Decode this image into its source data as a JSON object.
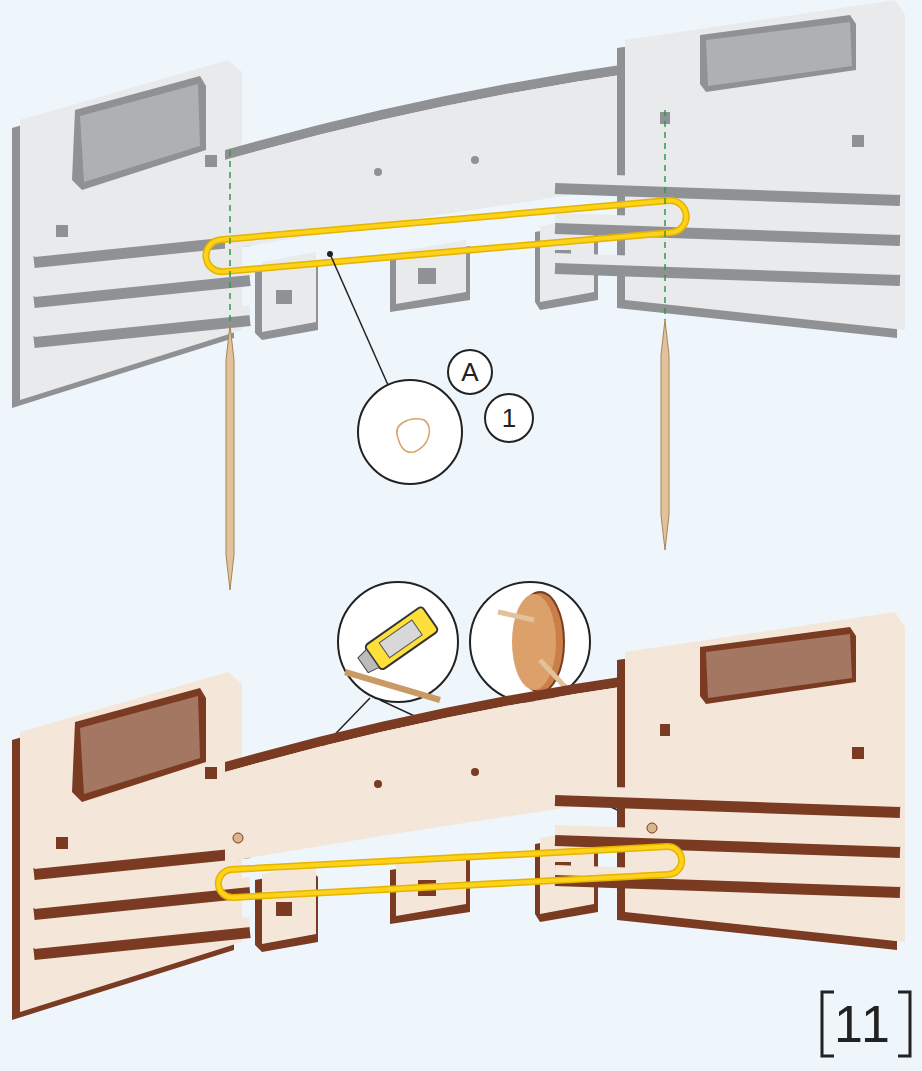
{
  "diagram": {
    "nodes": [
      {
        "text": [
          "A"
        ]
      },
      {
        "text": [
          "1"
        ]
      }
    ],
    "labels": [
      "11"
    ]
  }
}
